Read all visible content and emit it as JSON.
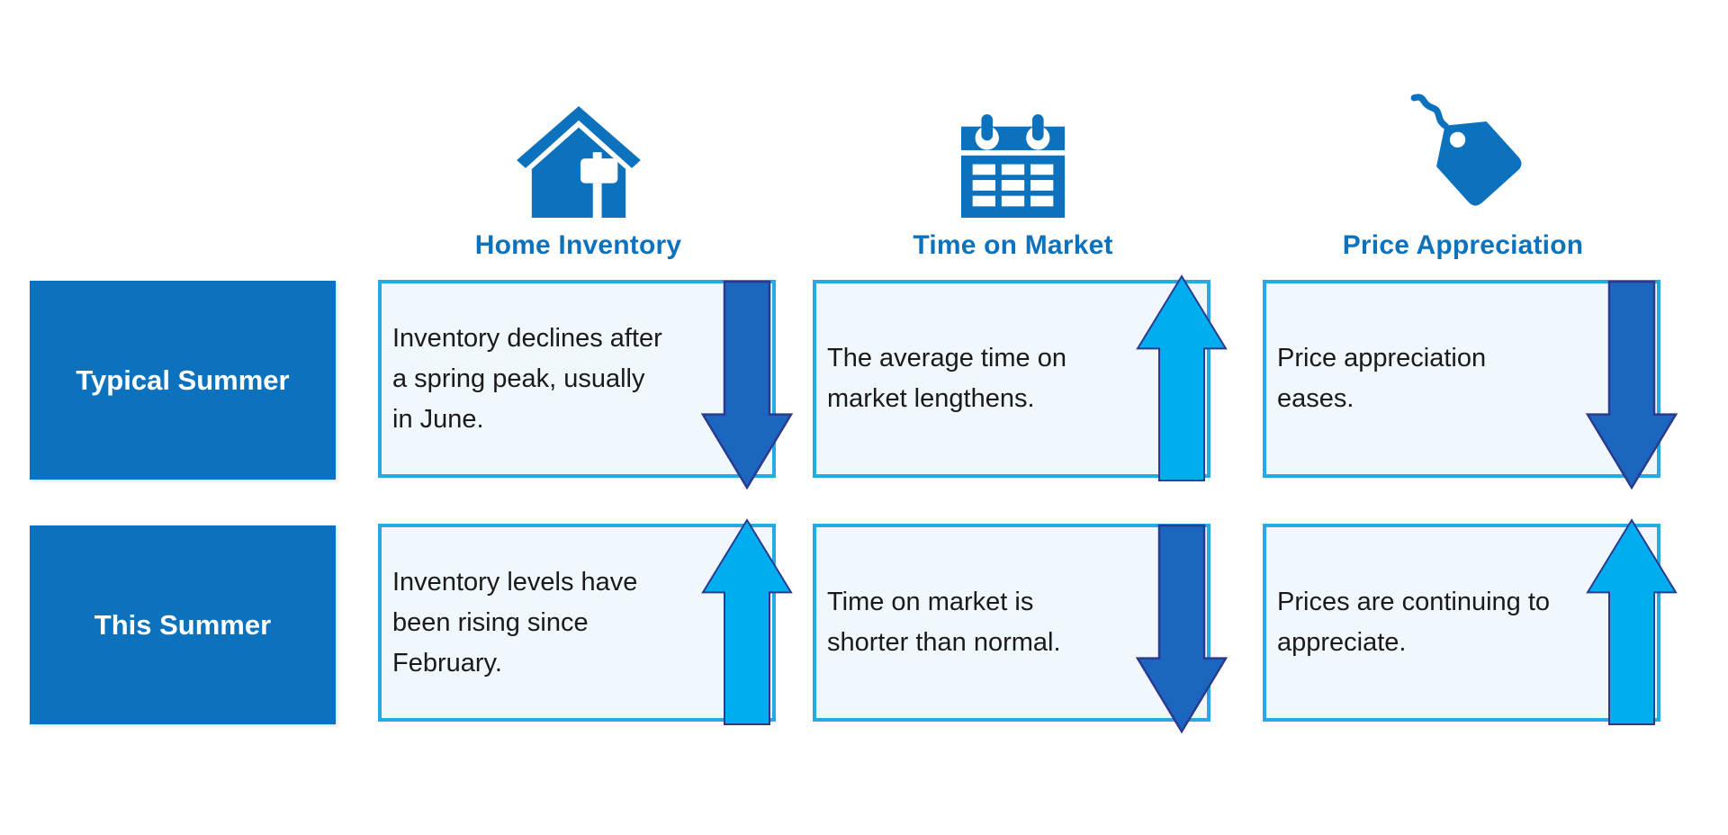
{
  "colors": {
    "brand_blue": "#0d72bd",
    "cell_bg": "#f0f8fd",
    "cell_border": "#29a9e2",
    "up_fill": "#00aeef",
    "down_fill": "#1b66bf",
    "arrow_stroke": "#2b3a8f",
    "cell_text": "#1a1a1a",
    "row_label_text": "#ffffff"
  },
  "columns": [
    {
      "id": "home-inventory",
      "icon": "house-icon",
      "label": "Home Inventory"
    },
    {
      "id": "time-on-market",
      "icon": "calendar-icon",
      "label": "Time on Market"
    },
    {
      "id": "price-appreciation",
      "icon": "price-tag-icon",
      "label": "Price Appreciation"
    }
  ],
  "rows": [
    {
      "label": "Typical Summer",
      "cells": [
        {
          "text": "Inventory declines after\na spring peak, usually\nin June.",
          "arrow": "down"
        },
        {
          "text": "The average time on\nmarket lengthens.",
          "arrow": "up"
        },
        {
          "text": "Price appreciation\neases.",
          "arrow": "down"
        }
      ]
    },
    {
      "label": "This Summer",
      "cells": [
        {
          "text": "Inventory levels have\nbeen rising since\nFebruary.",
          "arrow": "up"
        },
        {
          "text": "Time on market is\nshorter than normal.",
          "arrow": "down"
        },
        {
          "text": "Prices are continuing to\nappreciate.",
          "arrow": "up"
        }
      ]
    }
  ]
}
